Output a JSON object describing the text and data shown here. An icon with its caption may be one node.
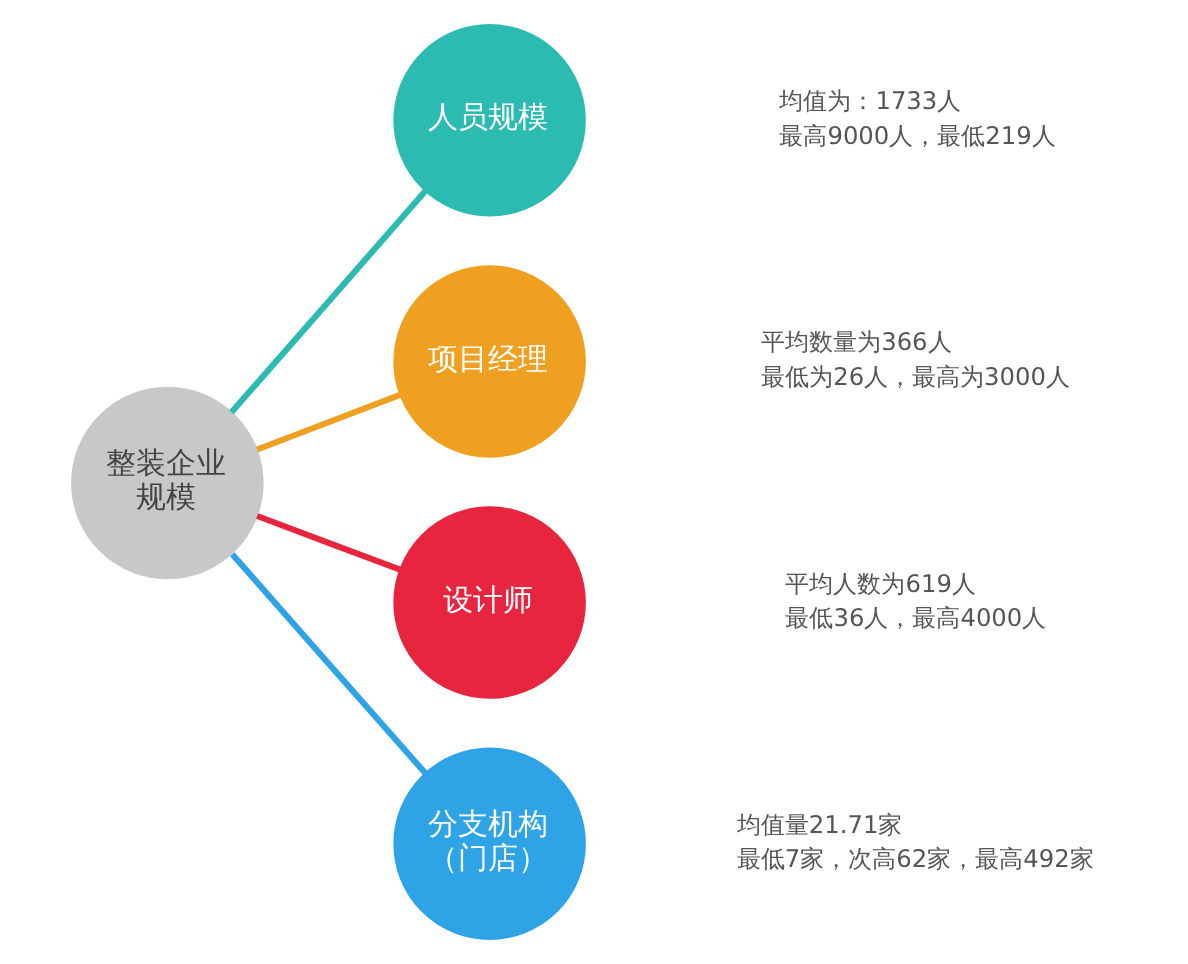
{
  "diagram": {
    "nodes": [
      {
        "text": [
          "整装企业规模"
        ]
      },
      {
        "text": [
          "人员规模"
        ],
        "beside": [
          "均值为：1733人",
          "最高9000人，最低219人"
        ]
      },
      {
        "text": [
          "项目经理"
        ],
        "beside": [
          "平均数量为366人",
          "最低为26人，最高为3000人"
        ]
      },
      {
        "text": [
          "设计师"
        ],
        "beside": [
          "平均人数为619人",
          "最低36人，最高4000人"
        ]
      },
      {
        "text": [
          "分支机构（门店）"
        ],
        "beside": [
          "均值量21.71家",
          "最低7家，次高62家，最高492家"
        ]
      }
    ],
    "edges": [
      {
        "from": 0,
        "to": 1,
        "arrow": "none",
        "color": "#2bbbb0"
      },
      {
        "from": 0,
        "to": 2,
        "arrow": "none",
        "color": "#f0a020"
      },
      {
        "from": 0,
        "to": 3,
        "arrow": "none",
        "color": "#e8253f"
      },
      {
        "from": 0,
        "to": 4,
        "arrow": "none",
        "color": "#2ea3e6"
      }
    ]
  }
}
